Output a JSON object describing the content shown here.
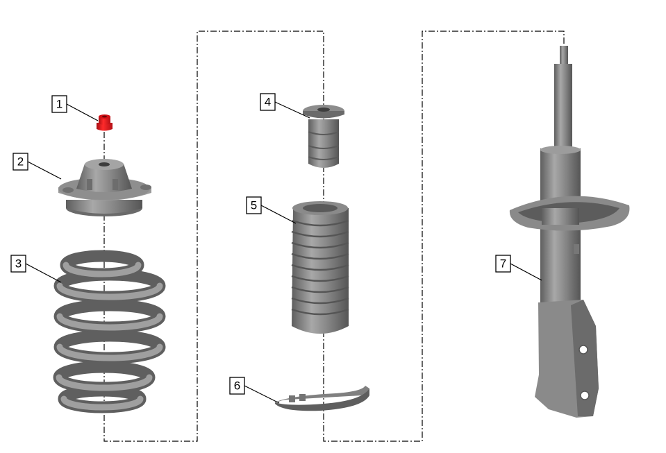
{
  "diagram": {
    "type": "exploded-parts-view",
    "colors": {
      "part_gray": "#8a8a8a",
      "part_dark": "#5c5c5c",
      "part_light": "#b5b5b5",
      "highlight_red": "#e0141b",
      "line": "#000000",
      "background": "#ffffff"
    },
    "callouts": [
      {
        "id": "1",
        "label": "1",
        "part": "nut",
        "highlighted": true
      },
      {
        "id": "2",
        "label": "2",
        "part": "upper-strut-mount"
      },
      {
        "id": "3",
        "label": "3",
        "part": "coil-spring"
      },
      {
        "id": "4",
        "label": "4",
        "part": "bump-stop"
      },
      {
        "id": "5",
        "label": "5",
        "part": "dust-boot"
      },
      {
        "id": "6",
        "label": "6",
        "part": "lower-spring-seat-insulator"
      },
      {
        "id": "7",
        "label": "7",
        "part": "shock-absorber-strut"
      }
    ]
  }
}
